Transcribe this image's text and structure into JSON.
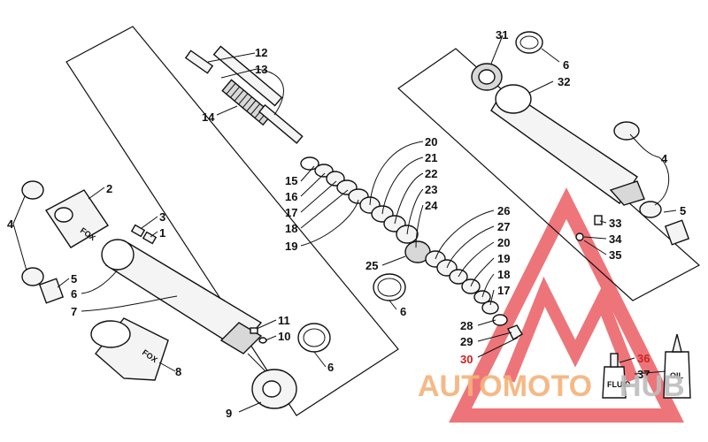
{
  "diagram": {
    "callouts": {
      "c12": "12",
      "c13": "13",
      "c14": "14",
      "c15": "15",
      "c16": "16",
      "c17a": "17",
      "c18a": "18",
      "c19a": "19",
      "c20a": "20",
      "c21": "21",
      "c22": "22",
      "c23": "23",
      "c24": "24",
      "c25": "25",
      "c6a": "6",
      "c26": "26",
      "c27": "27",
      "c20b": "20",
      "c19b": "19",
      "c18b": "18",
      "c17b": "17",
      "c28": "28",
      "c29": "29",
      "c30": "30",
      "c31": "31",
      "c6b": "6",
      "c32": "32",
      "c4a": "4",
      "c5a": "5",
      "c33": "33",
      "c34": "34",
      "c35": "35",
      "c36": "36",
      "c37": "37",
      "c2": "2",
      "c3": "3",
      "c1": "1",
      "c4b": "4",
      "c5b": "5",
      "c6c": "6",
      "c7": "7",
      "c11": "11",
      "c10": "10",
      "c6d": "6",
      "c8": "8",
      "c9": "9"
    },
    "brand_labels": {
      "fox_reservoir": "FOX",
      "fox_sleeve": "FOX",
      "fluid_bottle": "FLUID",
      "oil_bottle": "OIL"
    },
    "watermark": {
      "text_a": "AUTOMOTO",
      "text_b": "HUB",
      "color_a": "#f5b27a",
      "color_b": "#bdbdbd",
      "logo_color": "#e8484e"
    }
  }
}
